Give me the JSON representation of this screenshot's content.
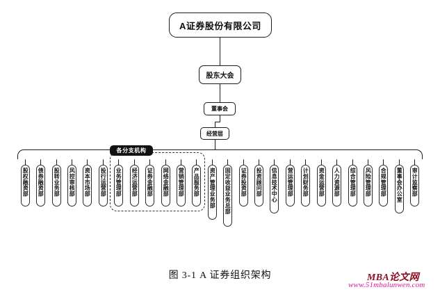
{
  "figure": {
    "caption": "图 3-1 A 证券组织架构",
    "colors": {
      "line": "#1a1a1a",
      "box_fill": "#ffffff",
      "group_label_bg": "#121212",
      "group_label_text": "#ffffff",
      "watermark_main": "#8c1024",
      "watermark_sub": "#e0189c"
    }
  },
  "chart_data": {
    "type": "diagram",
    "title": "图 3-1 A 证券组织架构",
    "diagram_kind": "organizational-chart",
    "root": "A证券股份有限公司",
    "spine": [
      "股东大会",
      "董事会",
      "经营层"
    ],
    "departments": [
      "股权融资部",
      "债券融资部",
      "股转业务部",
      "风控审核部",
      "资本市场部",
      "投行运营部",
      "业务管理部",
      "经济运营部",
      "证券金融部",
      "网络金融部",
      "营销管理部",
      "产品服务部",
      "资产管理业务部",
      "固定收益业务总部",
      "证券投资部",
      "投资顾问部",
      "信息技术中心",
      "营运管理部",
      "计划财务部",
      "资金运营部",
      "人力资源部",
      "综合管理部",
      "风险管理部",
      "合规管理部",
      "董事会办公室",
      "审计监察部"
    ],
    "grouped_branch": {
      "label": "各分支机构",
      "members": [
        "业务管理部",
        "经济运营部",
        "证券金融部",
        "网络金融部",
        "营销管理部",
        "产品服务部"
      ]
    },
    "department_count": 26
  },
  "root": {
    "label": "A证券股份有限公司"
  },
  "spine": {
    "shareholders": {
      "label": "股东大会"
    },
    "board": {
      "label": "董事会"
    },
    "management": {
      "label": "经营层"
    }
  },
  "group": {
    "label": "各分支机构"
  },
  "departments": [
    {
      "label": "股权融资部"
    },
    {
      "label": "债券融资部"
    },
    {
      "label": "股转业务部"
    },
    {
      "label": "风控审核部"
    },
    {
      "label": "资本市场部"
    },
    {
      "label": "投行运营部"
    },
    {
      "label": "业务管理部"
    },
    {
      "label": "经济运营部"
    },
    {
      "label": "证券金融部"
    },
    {
      "label": "网络金融部"
    },
    {
      "label": "营销管理部"
    },
    {
      "label": "产品服务部"
    },
    {
      "label": "资产管理业务部"
    },
    {
      "label": "固定收益业务总部"
    },
    {
      "label": "证券投资部"
    },
    {
      "label": "投资顾问部"
    },
    {
      "label": "信息技术中心"
    },
    {
      "label": "营运管理部"
    },
    {
      "label": "计划财务部"
    },
    {
      "label": "资金运营部"
    },
    {
      "label": "人力资源部"
    },
    {
      "label": "综合管理部"
    },
    {
      "label": "风险管理部"
    },
    {
      "label": "合规管理部"
    },
    {
      "label": "董事会办公室"
    },
    {
      "label": "审计监察部"
    }
  ],
  "watermark": {
    "main": "MBA论文网",
    "sub": "www.51mbalunwen.com"
  }
}
